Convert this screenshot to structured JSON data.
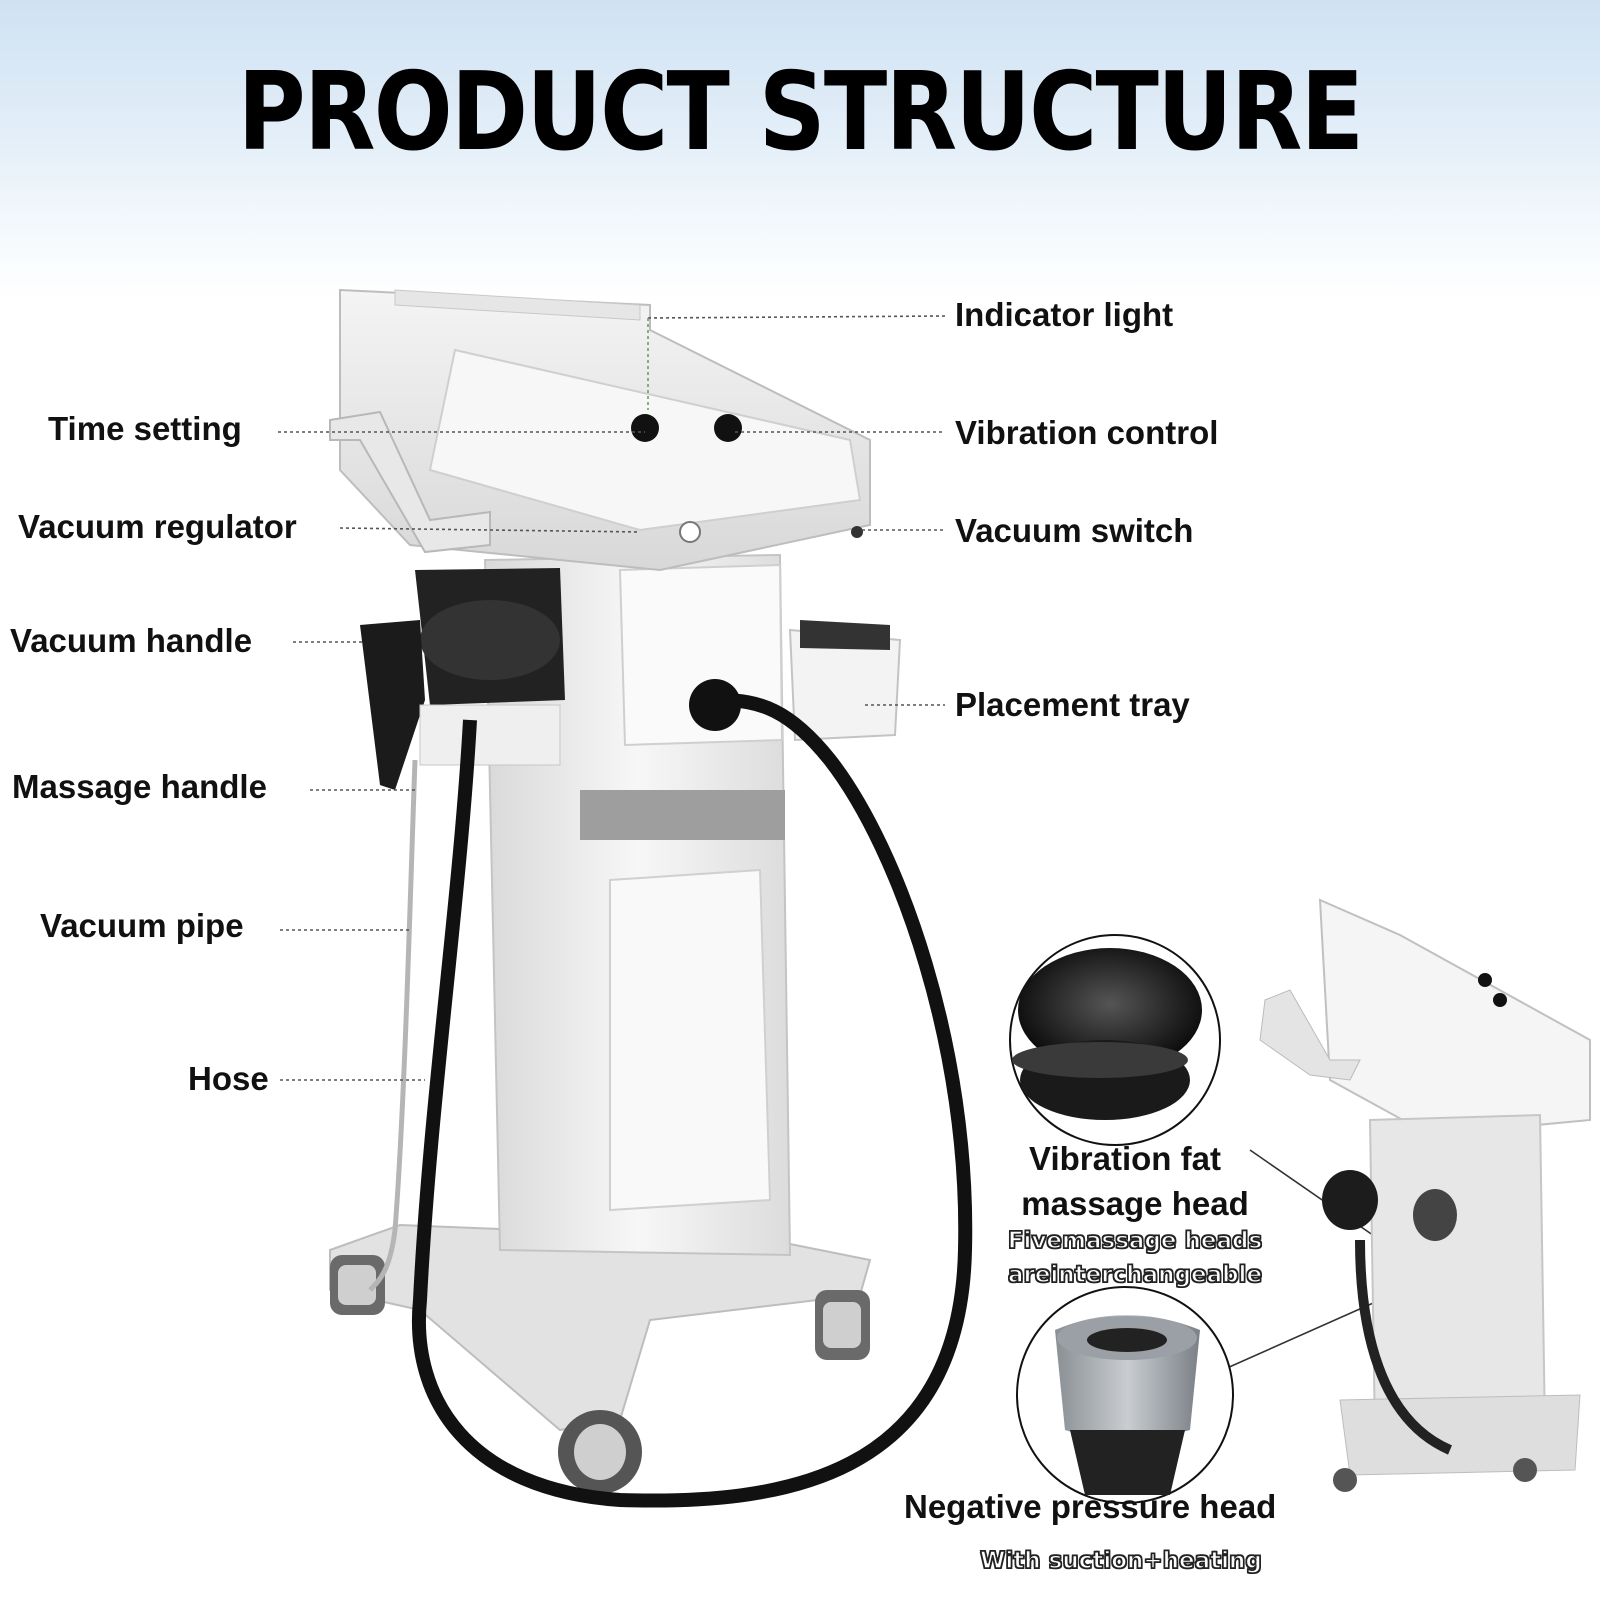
{
  "title": "PRODUCT STRUCTURE",
  "labels": {
    "indicator_light": "Indicator light",
    "time_setting": "Time setting",
    "vibration_control": "Vibration control",
    "vacuum_regulator": "Vacuum regulator",
    "vacuum_switch": "Vacuum switch",
    "vacuum_handle": "Vacuum handle",
    "placement_tray": "Placement tray",
    "massage_handle": "Massage handle",
    "vacuum_pipe": "Vacuum pipe",
    "hose": "Hose"
  },
  "callouts": {
    "vibration_head_line1": "Vibration fat",
    "vibration_head_line2": "massage head",
    "vibration_note_line1": "Fivemassage heads",
    "vibration_note_line2": "areinterchangeable",
    "negative_head": "Negative pressure head",
    "negative_note": "With suction+heating"
  },
  "colors": {
    "machine_body": "#eeeeee",
    "accent_band": "#9e9e9e",
    "hose": "#111111",
    "sky": "#d8e7f5"
  }
}
